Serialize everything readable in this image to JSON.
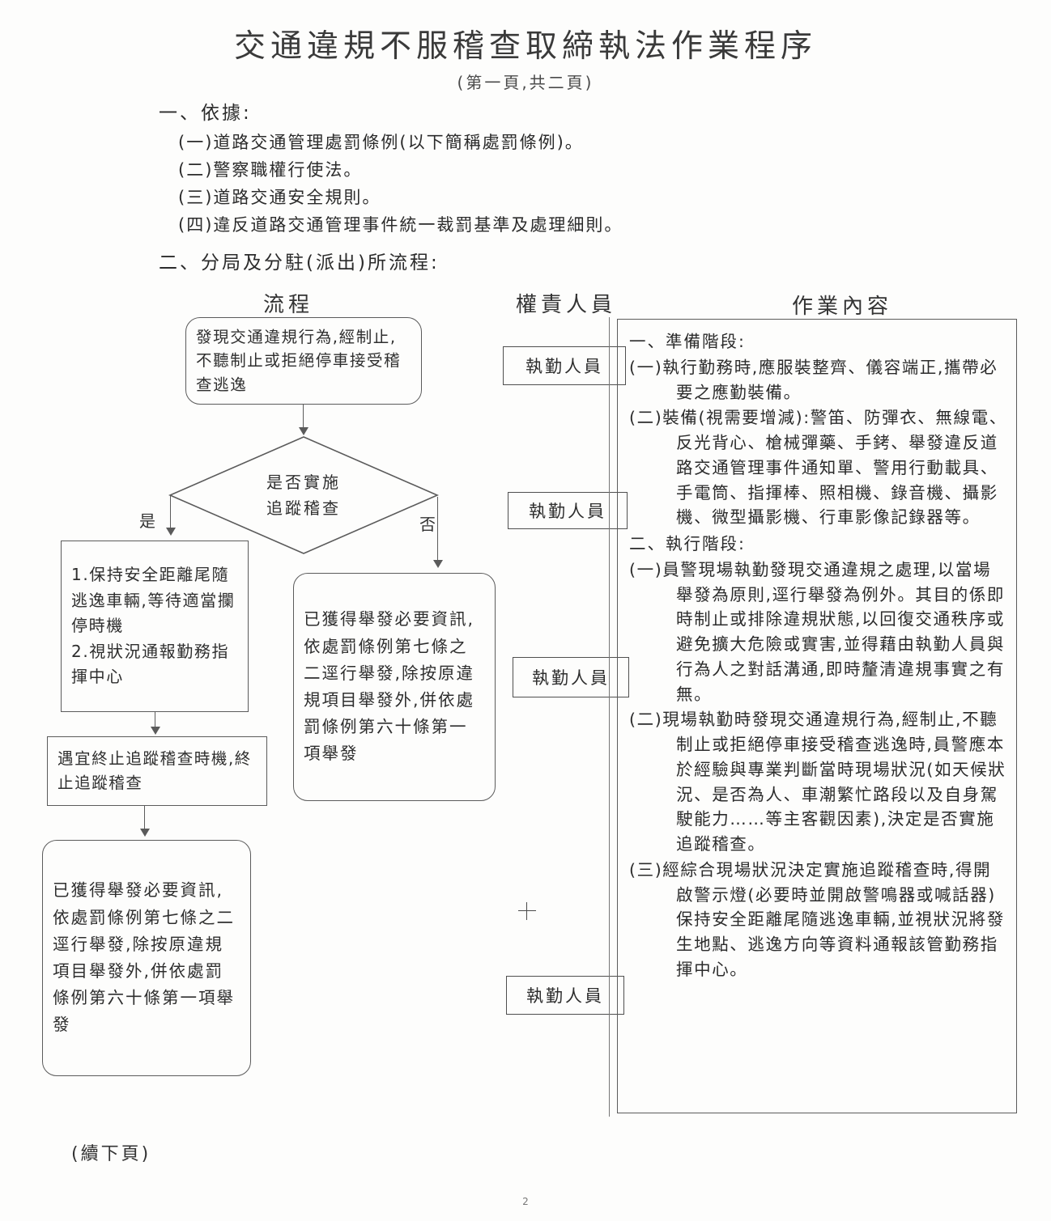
{
  "document": {
    "title": "交通違規不服稽查取締執法作業程序",
    "subtitle": "(第一頁,共二頁)",
    "footer_note": "(續下頁)",
    "page_number": "2"
  },
  "sections": {
    "basis_heading": "一、依據:",
    "basis_items": [
      "(一)道路交通管理處罰條例(以下簡稱處罰條例)。",
      "(二)警察職權行使法。",
      "(三)道路交通安全規則。",
      "(四)違反道路交通管理事件統一裁罰基準及處理細則。"
    ],
    "flow_heading": "二、分局及分駐(派出)所流程:"
  },
  "columns": {
    "flow": "流程",
    "personnel": "權責人員",
    "content": "作業內容"
  },
  "flow": {
    "start": "發現交通違規行為,經制止,不聽制止或拒絕停車接受稽查逃逸",
    "decision_line1": "是否實施",
    "decision_line2": "追蹤稽查",
    "yes_label": "是",
    "no_label": "否",
    "pursue": "1.保持安全距離尾隨逃逸車輛,等待適當攔停時機\n2.視狀況通報勤務指揮中心",
    "terminate": "遇宜終止追蹤稽查時機,終止追蹤稽查",
    "report_left": "已獲得舉發必要資訊,依處罰條例第七條之二逕行舉發,除按原違規項目舉發外,併依處罰條例第六十條第一項舉發",
    "report_right": "已獲得舉發必要資訊,依處罰條例第七條之二逕行舉發,除按原違規項目舉發外,併依處罰條例第六十條第一項舉發"
  },
  "personnel": {
    "box1": "執勤人員",
    "box2": "執勤人員",
    "box3": "執勤人員",
    "box4": "執勤人員"
  },
  "content": {
    "prep_heading": "一、準備階段:",
    "prep_item1": "(一)執行勤務時,應服裝整齊、儀容端正,攜帶必要之應勤裝備。",
    "prep_item2": "(二)裝備(視需要增減):警笛、防彈衣、無線電、反光背心、槍械彈藥、手銬、舉發違反道路交通管理事件通知單、警用行動載具、手電筒、指揮棒、照相機、錄音機、攝影機、微型攝影機、行車影像記錄器等。",
    "exec_heading": "二、執行階段:",
    "exec_item1": "(一)員警現場執勤發現交通違規之處理,以當場舉發為原則,逕行舉發為例外。其目的係即時制止或排除違規狀態,以回復交通秩序或避免擴大危險或實害,並得藉由執勤人員與行為人之對話溝通,即時釐清違規事實之有無。",
    "exec_item2": "(二)現場執勤時發現交通違規行為,經制止,不聽制止或拒絕停車接受稽查逃逸時,員警應本於經驗與專業判斷當時現場狀況(如天候狀況、是否為人、車潮繁忙路段以及自身駕駛能力……等主客觀因素),決定是否實施追蹤稽查。",
    "exec_item3": "(三)經綜合現場狀況決定實施追蹤稽查時,得開啟警示燈(必要時並開啟警鳴器或喊話器)保持安全距離尾隨逃逸車輛,並視狀況將發生地點、逃逸方向等資料通報該管勤務指揮中心。"
  }
}
